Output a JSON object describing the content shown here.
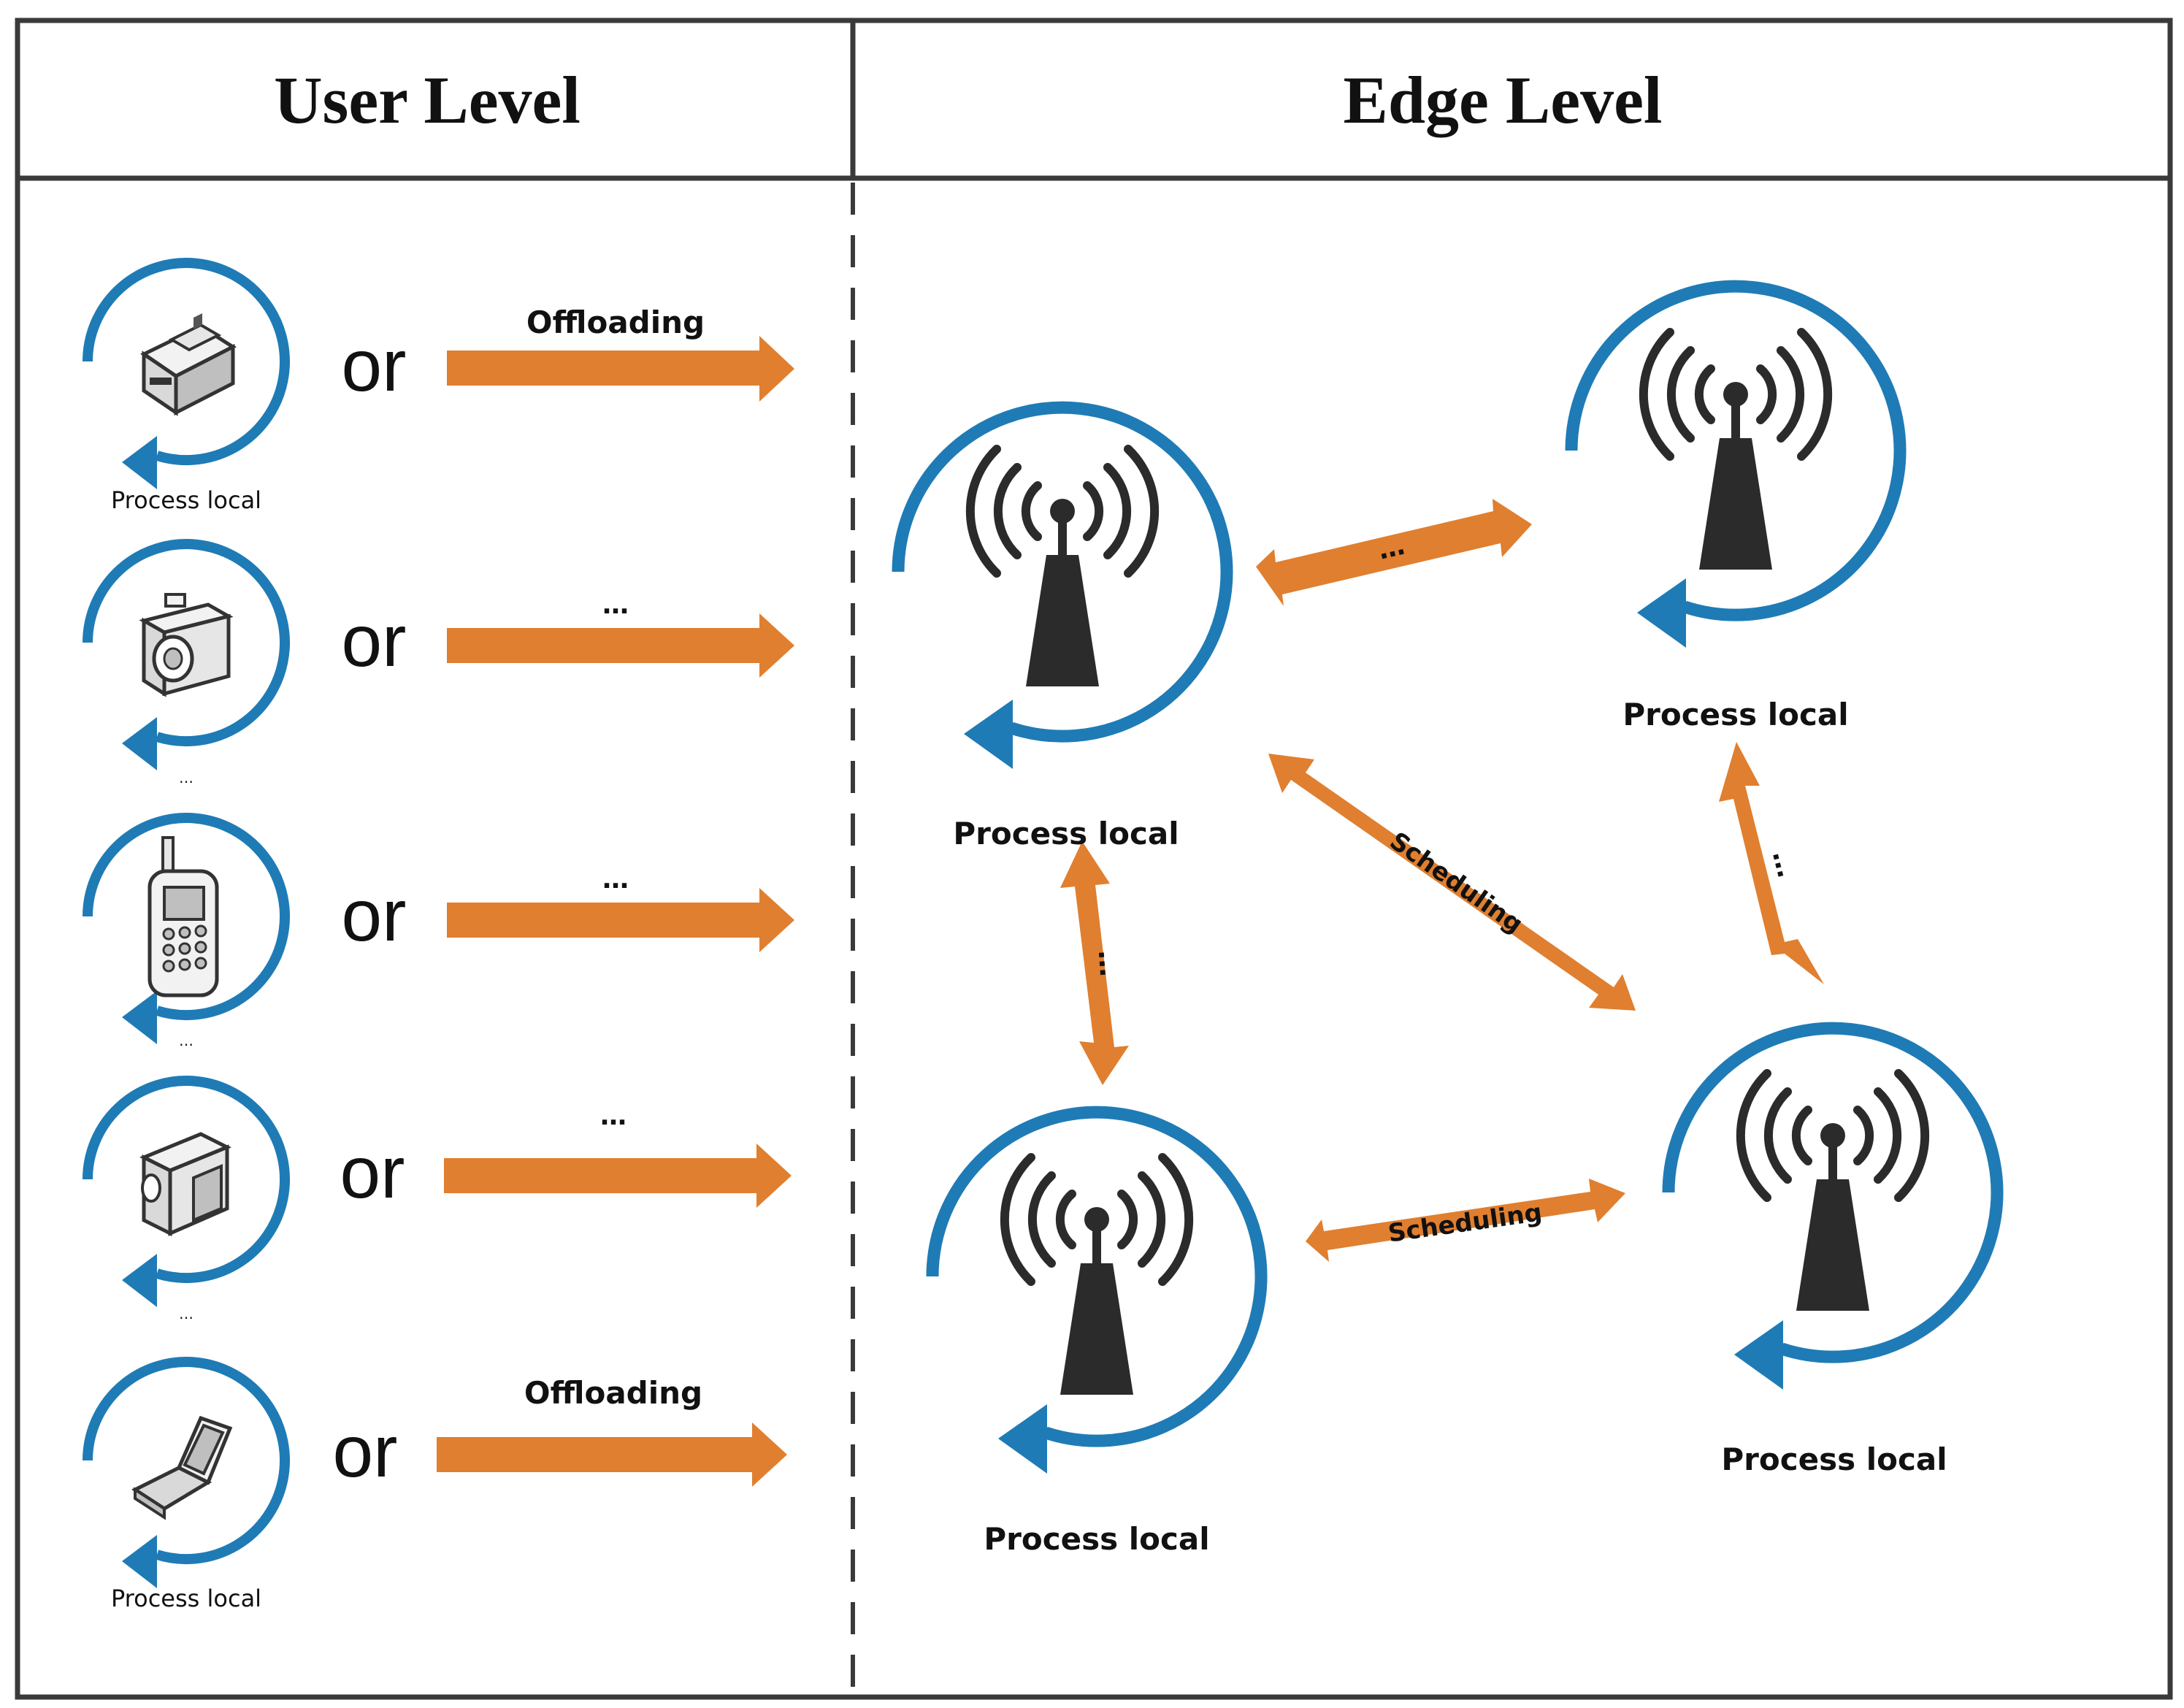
{
  "headers": {
    "user_level": "User Level",
    "edge_level": "Edge Level"
  },
  "colors": {
    "arrow": "#e07f2f",
    "cycle": "#1f7bb5",
    "frame": "#3a3a3a",
    "tower": "#2b2b2b"
  },
  "devices": [
    {
      "icon": "printer-icon",
      "or_label": "or",
      "arrow_label": "Offloading",
      "caption": "Process local"
    },
    {
      "icon": "camera-icon",
      "or_label": "or",
      "arrow_label": "…",
      "caption": "…"
    },
    {
      "icon": "cellphone-icon",
      "or_label": "or",
      "arrow_label": "…",
      "caption": "…"
    },
    {
      "icon": "video-camera-icon",
      "or_label": "or",
      "arrow_label": "…",
      "caption": "…"
    },
    {
      "icon": "flip-phone-icon",
      "or_label": "or",
      "arrow_label": "Offloading",
      "caption": "Process local"
    }
  ],
  "edge_nodes": [
    {
      "icon": "antenna-tower-icon",
      "caption": "Process local"
    },
    {
      "icon": "antenna-tower-icon",
      "caption": "Process local"
    },
    {
      "icon": "antenna-tower-icon",
      "caption": "Process local"
    },
    {
      "icon": "antenna-tower-icon",
      "caption": "Process local"
    }
  ],
  "edge_links": {
    "top_left_to_top_right": "…",
    "top_left_to_bottom_right": "Scheduling",
    "top_left_to_bottom_left": "…",
    "top_right_to_bottom_right": "…",
    "bottom_left_to_bottom_right": "Scheduling"
  }
}
